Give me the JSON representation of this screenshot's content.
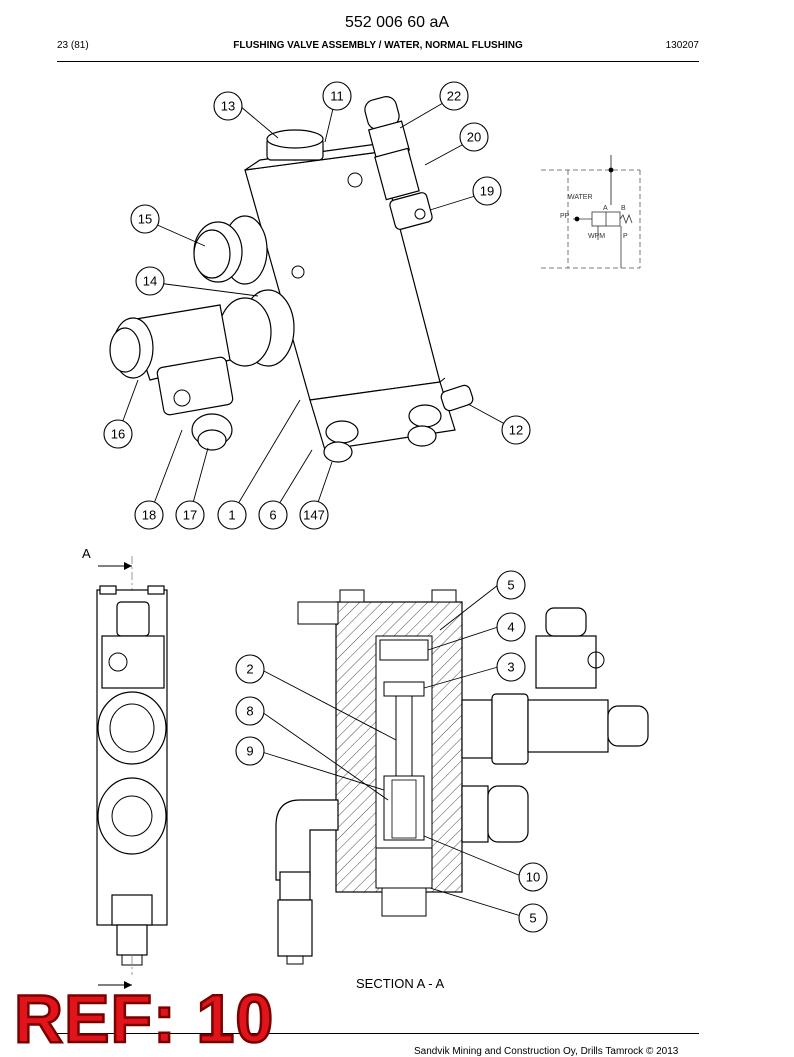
{
  "header": {
    "doc_number": "552 006 60 aA",
    "page": "23 (81)",
    "title": "FLUSHING VALVE ASSEMBLY / WATER, NORMAL FLUSHING",
    "date_code": "130207"
  },
  "isometric_callouts": [
    "13",
    "11",
    "22",
    "20",
    "19",
    "15",
    "14",
    "12",
    "16",
    "18",
    "17",
    "1",
    "6",
    "147"
  ],
  "schematic": {
    "water_label": "WATER",
    "port_a": "A",
    "port_b": "B",
    "pp_label": "PP",
    "wpm_label": "WPM",
    "port_p": "P"
  },
  "section_view": {
    "marker_label": "A",
    "caption": "SECTION A - A",
    "callouts": [
      "5",
      "4",
      "3",
      "2",
      "8",
      "9",
      "10",
      "5"
    ]
  },
  "footer": {
    "copyright": "Sandvik Mining and Construction Oy, Drills Tamrock © 2013"
  },
  "stamp": {
    "text": "REF: 10"
  }
}
